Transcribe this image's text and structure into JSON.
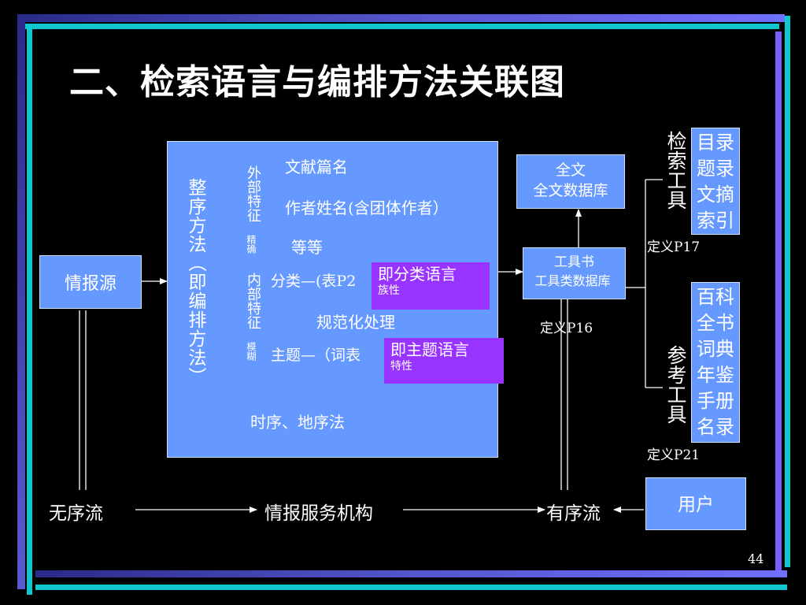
{
  "title": "二、检索语言与编排方法关联图",
  "source": "情报源",
  "main_box": {
    "left_label": "整序方法（即编排方法）",
    "external_label": "外部特征",
    "external_precise": "精确",
    "internal_label": "内部特征",
    "internal_fuzzy": "模糊",
    "items": {
      "title_item": "文献篇名",
      "author_item": "作者姓名(含团体作者）",
      "etc_item": "等等",
      "classify": "分类—(表P2",
      "normalize": "规范化处理",
      "subject": "主题—（词表",
      "time_place": "时序、地序法"
    },
    "classification_lang": {
      "title": "即分类语言",
      "sub": "族性"
    },
    "subject_lang": {
      "title": "即主题语言",
      "sub": "特性"
    }
  },
  "fulltext_box": {
    "line1": "全文",
    "line2": "全文数据库"
  },
  "toolbook_box": {
    "line1": "工具书",
    "line2": "工具类数据库"
  },
  "def_p16": "定义P16",
  "retrieval_tool": {
    "label": "检索工具",
    "items": [
      "目录",
      "题录",
      "文摘",
      "索引"
    ],
    "def": "定义P17"
  },
  "reference_tool": {
    "label": "参考工具",
    "items": [
      "百科",
      "全书",
      "词典",
      "年鉴",
      "手册",
      "名录"
    ],
    "def": "定义P21"
  },
  "bottom": {
    "unordered": "无序流",
    "service": "情报服务机构",
    "ordered": "有序流",
    "user": "用户"
  },
  "page_number": "44",
  "colors": {
    "box_blue": "#6699ff",
    "purple": "#9933ff",
    "bar_dark": "#333399",
    "bar_cyan": "#00cccc",
    "bar_violet": "#6666ff"
  }
}
